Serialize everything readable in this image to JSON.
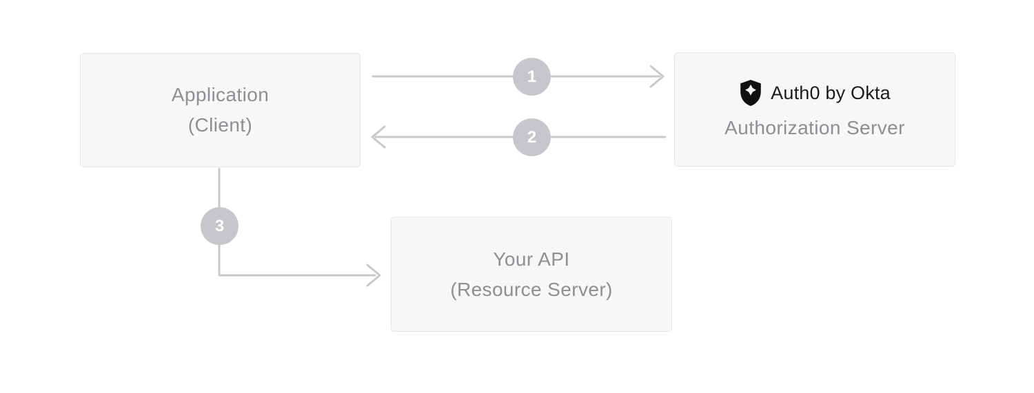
{
  "nodes": {
    "application": {
      "line1": "Application",
      "line2": "(Client)"
    },
    "auth_server": {
      "logo_text": "Auth0 by Okta",
      "label": "Authorization Server"
    },
    "api": {
      "line1": "Your API",
      "line2": "(Resource Server)"
    }
  },
  "steps": [
    "1",
    "2",
    "3"
  ],
  "icons": {
    "auth0_shield": "auth0-shield-icon"
  },
  "colors": {
    "background": "#ffffff",
    "box_background": "#f7f7f8",
    "box_border": "#e5e5e7",
    "box_text": "#8e8e93",
    "arrow": "#c9c9cc",
    "badge_background": "#c7c7cb",
    "badge_text": "#ffffff",
    "logo_text": "#1c1c1e"
  }
}
